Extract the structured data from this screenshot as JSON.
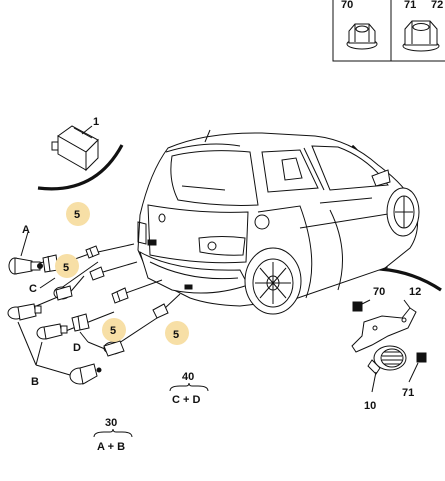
{
  "top_box": {
    "left_label": "70",
    "right_label": "71"
  },
  "top_box_cut": "72",
  "callouts": {
    "module": "1",
    "connector_a": "5",
    "connector_b": "5",
    "connector_c": "5",
    "connector_d": "5",
    "bracket": "12",
    "sensor": "10",
    "nut_a": "70",
    "nut_b": "71",
    "letter_a": "A",
    "letter_b": "B",
    "letter_c": "C",
    "letter_d": "D"
  },
  "kits": [
    {
      "code": "40",
      "combo": "C + D"
    },
    {
      "code": "30",
      "combo": "A + B"
    }
  ],
  "colors": {
    "highlight": "#f7dfa6",
    "ink": "#111111"
  }
}
